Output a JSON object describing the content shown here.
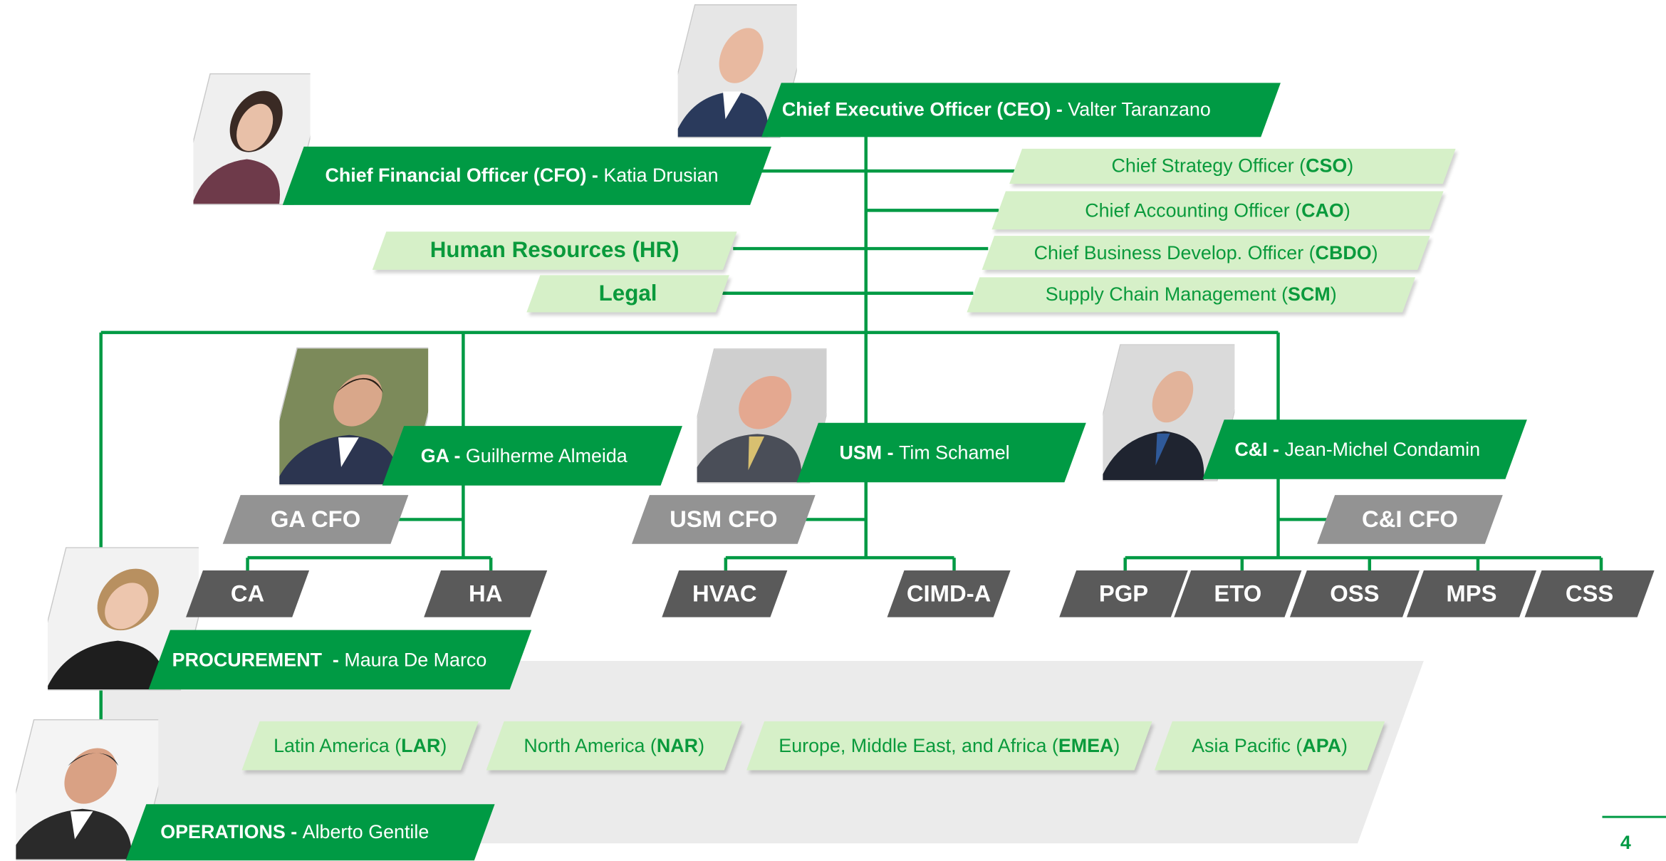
{
  "ceo": {
    "role": "Chief Executive Officer (CEO)",
    "sep": " - ",
    "name": "Valter Taranzano"
  },
  "cfo": {
    "role": "Chief Financial Officer (CFO)",
    "sep": " - ",
    "name": "Katia Drusian"
  },
  "hr": {
    "label": "Human Resources (HR)"
  },
  "legal": {
    "label": "Legal"
  },
  "right_staff": [
    {
      "pre": "Chief Strategy Officer (",
      "abbr": "CSO",
      "post": ")"
    },
    {
      "pre": "Chief Accounting Officer (",
      "abbr": "CAO",
      "post": ")"
    },
    {
      "pre": "Chief Business Develop. Officer (",
      "abbr": "CBDO",
      "post": ")"
    },
    {
      "pre": "Supply Chain Management (",
      "abbr": "SCM",
      "post": ")"
    }
  ],
  "divisions": {
    "ga": {
      "role": "GA",
      "sep": " - ",
      "name": "Guilherme Almeida",
      "cfo": "GA CFO",
      "units": [
        "CA",
        "HA"
      ]
    },
    "usm": {
      "role": "USM",
      "sep": " - ",
      "name": "Tim Schamel",
      "cfo": "USM CFO",
      "units": [
        "HVAC",
        "CIMD-A"
      ]
    },
    "ci": {
      "role": "C&I",
      "sep": " - ",
      "name": "Jean-Michel Condamin",
      "cfo": "C&I CFO",
      "units": [
        "PGP",
        "ETO",
        "OSS",
        "MPS",
        "CSS"
      ]
    }
  },
  "procurement": {
    "role": "PROCUREMENT",
    "sep": "  - ",
    "name": "Maura De Marco"
  },
  "operations": {
    "role": "OPERATIONS",
    "sep": " - ",
    "name": "Alberto Gentile"
  },
  "regions": [
    {
      "pre": "Latin America (",
      "abbr": "LAR",
      "post": ")"
    },
    {
      "pre": "North America (",
      "abbr": "NAR",
      "post": ")"
    },
    {
      "pre": "Europe, Middle East, and Africa (",
      "abbr": "EMEA",
      "post": ")"
    },
    {
      "pre": "Asia Pacific (",
      "abbr": "APA",
      "post": ")"
    }
  ],
  "page_number": "4",
  "colors": {
    "green": "#009a44",
    "light_green": "#d6f0c8",
    "cfo_gray": "#939393",
    "unit_gray": "#5a5a5a",
    "region_bg": "#ebebeb"
  }
}
